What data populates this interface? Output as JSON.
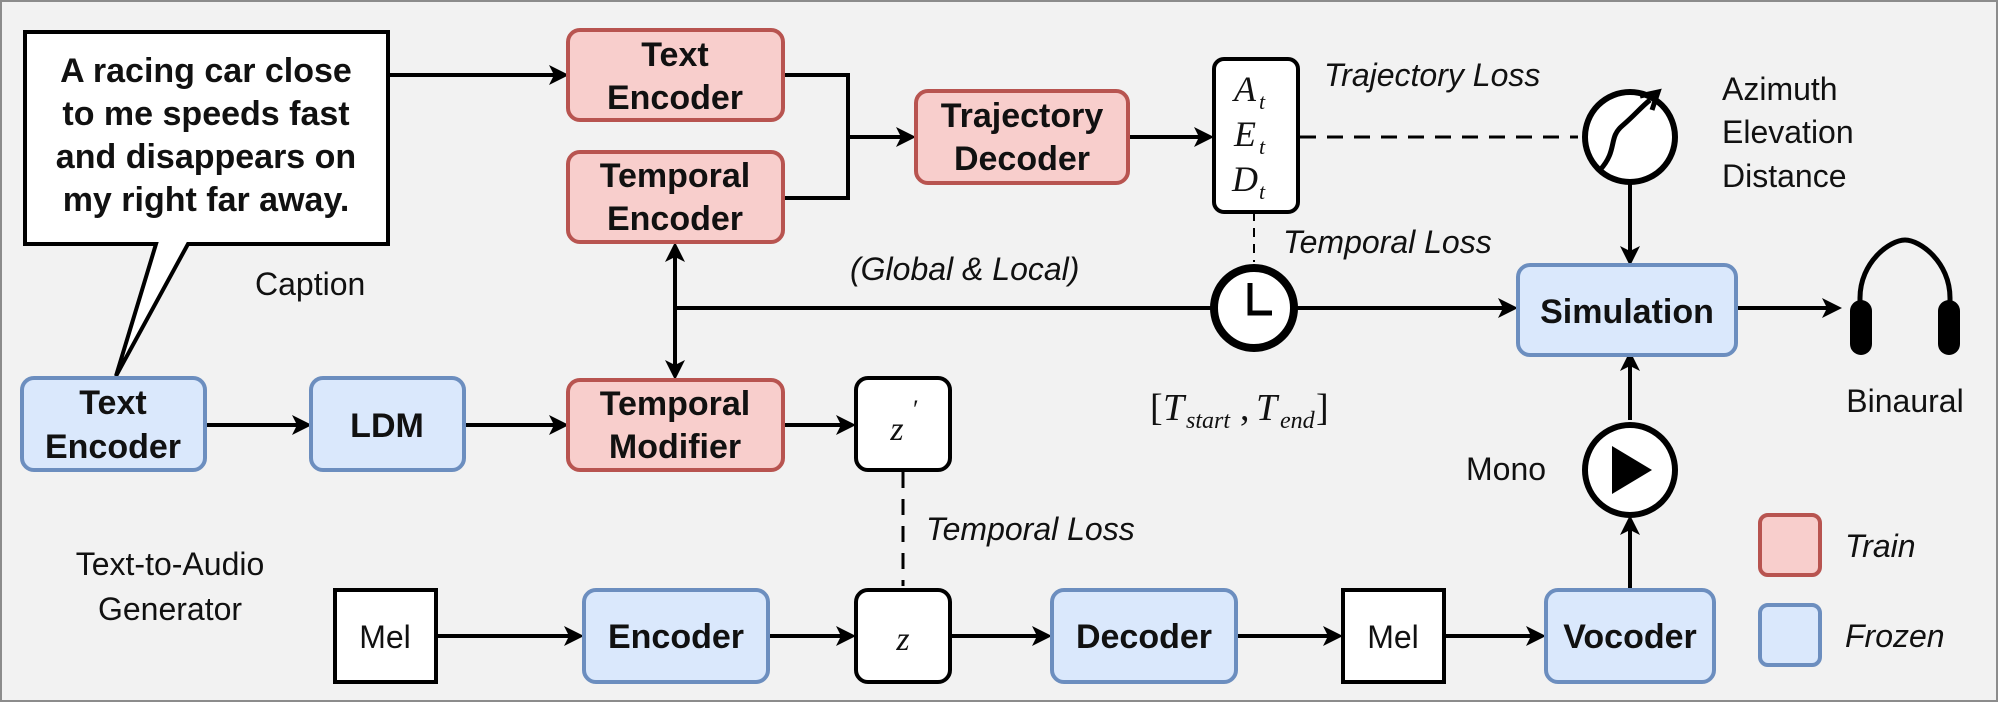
{
  "colors": {
    "train_fill": "#f8cecc",
    "train_stroke": "#b85450",
    "frozen_fill": "#dae8fc",
    "frozen_stroke": "#6c8ebf",
    "background": "#f2f2f2",
    "line": "#000000"
  },
  "caption_bubble": {
    "line1": "A racing car close",
    "line2": "to me speeds fast",
    "line3": "and disappears on",
    "line4": "my right far away."
  },
  "labels": {
    "caption": "Caption",
    "tta_line1": "Text-to-Audio",
    "tta_line2": "Generator",
    "global_local": "(Global & Local)",
    "trajectory_loss": "Trajectory Loss",
    "temporal_loss_upper": "Temporal Loss",
    "temporal_loss_lower": "Temporal Loss",
    "azimuth": "Azimuth",
    "elevation": "Elevation",
    "distance": "Distance",
    "binaural": "Binaural",
    "mono": "Mono"
  },
  "boxes": {
    "text_encoder_top": {
      "line1": "Text",
      "line2": "Encoder"
    },
    "temporal_encoder": {
      "line1": "Temporal",
      "line2": "Encoder"
    },
    "trajectory_decoder": {
      "line1": "Trajectory",
      "line2": "Decoder"
    },
    "text_encoder_bottom": {
      "line1": "Text",
      "line2": "Encoder"
    },
    "ldm": "LDM",
    "temporal_modifier": {
      "line1": "Temporal",
      "line2": "Modifier"
    },
    "simulation": "Simulation",
    "encoder": "Encoder",
    "decoder": "Decoder",
    "vocoder": "Vocoder",
    "mel_left": "Mel",
    "mel_right": "Mel"
  },
  "math": {
    "a_base": "A",
    "a_sub": "t",
    "e_base": "E",
    "e_sub": "t",
    "d_base": "D",
    "d_sub": "t",
    "z_prime_base": "z",
    "z_prime_mark": "′",
    "z": "z",
    "interval_open": "[",
    "t_start_base": "T",
    "t_start_sub": "start",
    "comma": ",",
    "t_end_base": "T",
    "t_end_sub": "end",
    "interval_close": "]"
  },
  "legend": {
    "train": "Train",
    "frozen": "Frozen"
  }
}
